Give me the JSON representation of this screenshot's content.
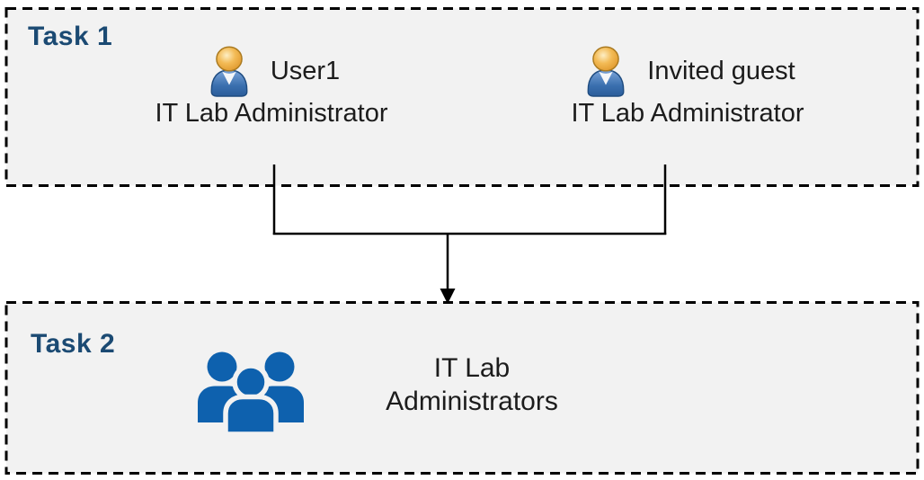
{
  "task1": {
    "label": "Task 1",
    "users": [
      {
        "name": "User1",
        "role": "IT Lab Administrator"
      },
      {
        "name": "Invited guest",
        "role": "IT Lab Administrator"
      }
    ]
  },
  "task2": {
    "label": "Task 2",
    "group": {
      "name_line1": "IT Lab",
      "name_line2": "Administrators"
    }
  },
  "colors": {
    "task_label_blue": "#1b4a73",
    "box_background": "#f2f2f2",
    "box_border": "#000000",
    "connector": "#000000",
    "group_icon_blue": "#0e61ae",
    "person_head_gold": "#e8a53d",
    "person_body_blue": "#3a6fae",
    "body_text": "#1c1c1c"
  }
}
